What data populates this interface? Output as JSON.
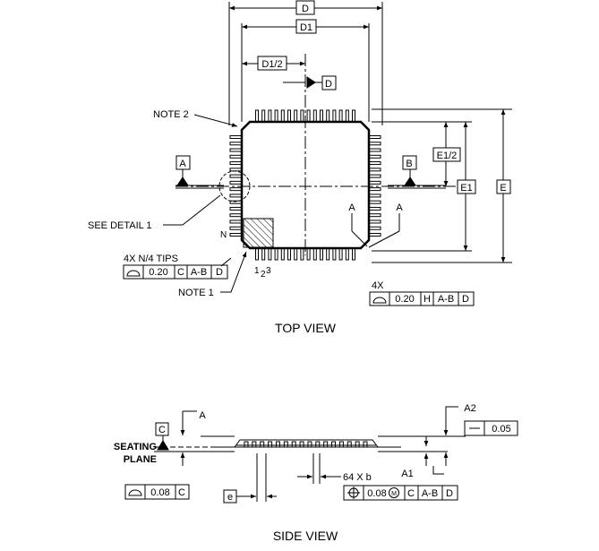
{
  "top_view": {
    "title": "TOP VIEW",
    "dims": {
      "D": "D",
      "D1": "D1",
      "D1_half": "D1/2",
      "E1_half": "E1/2",
      "E1": "E1",
      "E": "E",
      "D_datum": "D"
    },
    "datums": {
      "A": "A",
      "B": "B",
      "A_small_1": "A",
      "A_small_2": "A"
    },
    "notes": {
      "note2": "NOTE 2",
      "note1": "NOTE 1",
      "see_detail": "SEE DETAIL 1"
    },
    "pins": {
      "n": "N",
      "p1": "1",
      "p2": "2",
      "p3": "3"
    },
    "fcf_left": {
      "caption": "4X N/4 TIPS",
      "value": "0.20",
      "ref1": "C",
      "ref2": "A-B",
      "ref3": "D"
    },
    "fcf_right": {
      "caption": "4X",
      "value": "0.20",
      "ref1": "H",
      "ref2": "A-B",
      "ref3": "D"
    }
  },
  "side_view": {
    "title": "SIDE VIEW",
    "seating_plane": [
      "SEATING",
      "PLANE"
    ],
    "datum_c": "C",
    "labels": {
      "A": "A",
      "A1": "A1",
      "A2": "A2",
      "e": "e",
      "leads": "64 X b"
    },
    "fcf_flat": {
      "value": "0.05"
    },
    "fcf_left": {
      "value": "0.08",
      "ref": "C"
    },
    "fcf_pos": {
      "value": "0.08",
      "mod": "M",
      "ref1": "C",
      "ref2": "A-B",
      "ref3": "D"
    }
  }
}
